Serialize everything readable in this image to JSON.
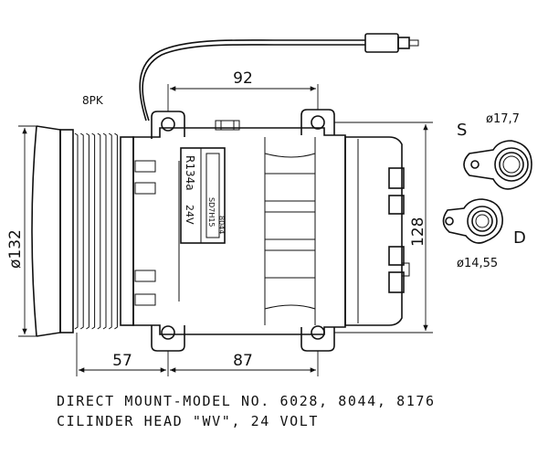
{
  "belt_label": "8PK",
  "dimensions": {
    "width_top": "92",
    "height_right": "128",
    "pulley_diameter": "ø132",
    "bottom_left": "57",
    "bottom_right": "87"
  },
  "ports": {
    "suction_label": "S",
    "suction_diameter": "ø17,7",
    "discharge_label": "D",
    "discharge_diameter": "ø14,55"
  },
  "nameplate": {
    "refrigerant": "R134a",
    "voltage": "24V",
    "model": "SD7H15",
    "number": "8044"
  },
  "caption": {
    "line1": "DIRECT MOUNT-MODEL NO. 6028, 8044, 8176",
    "line2": "CILINDER HEAD \"WV\", 24 VOLT"
  }
}
